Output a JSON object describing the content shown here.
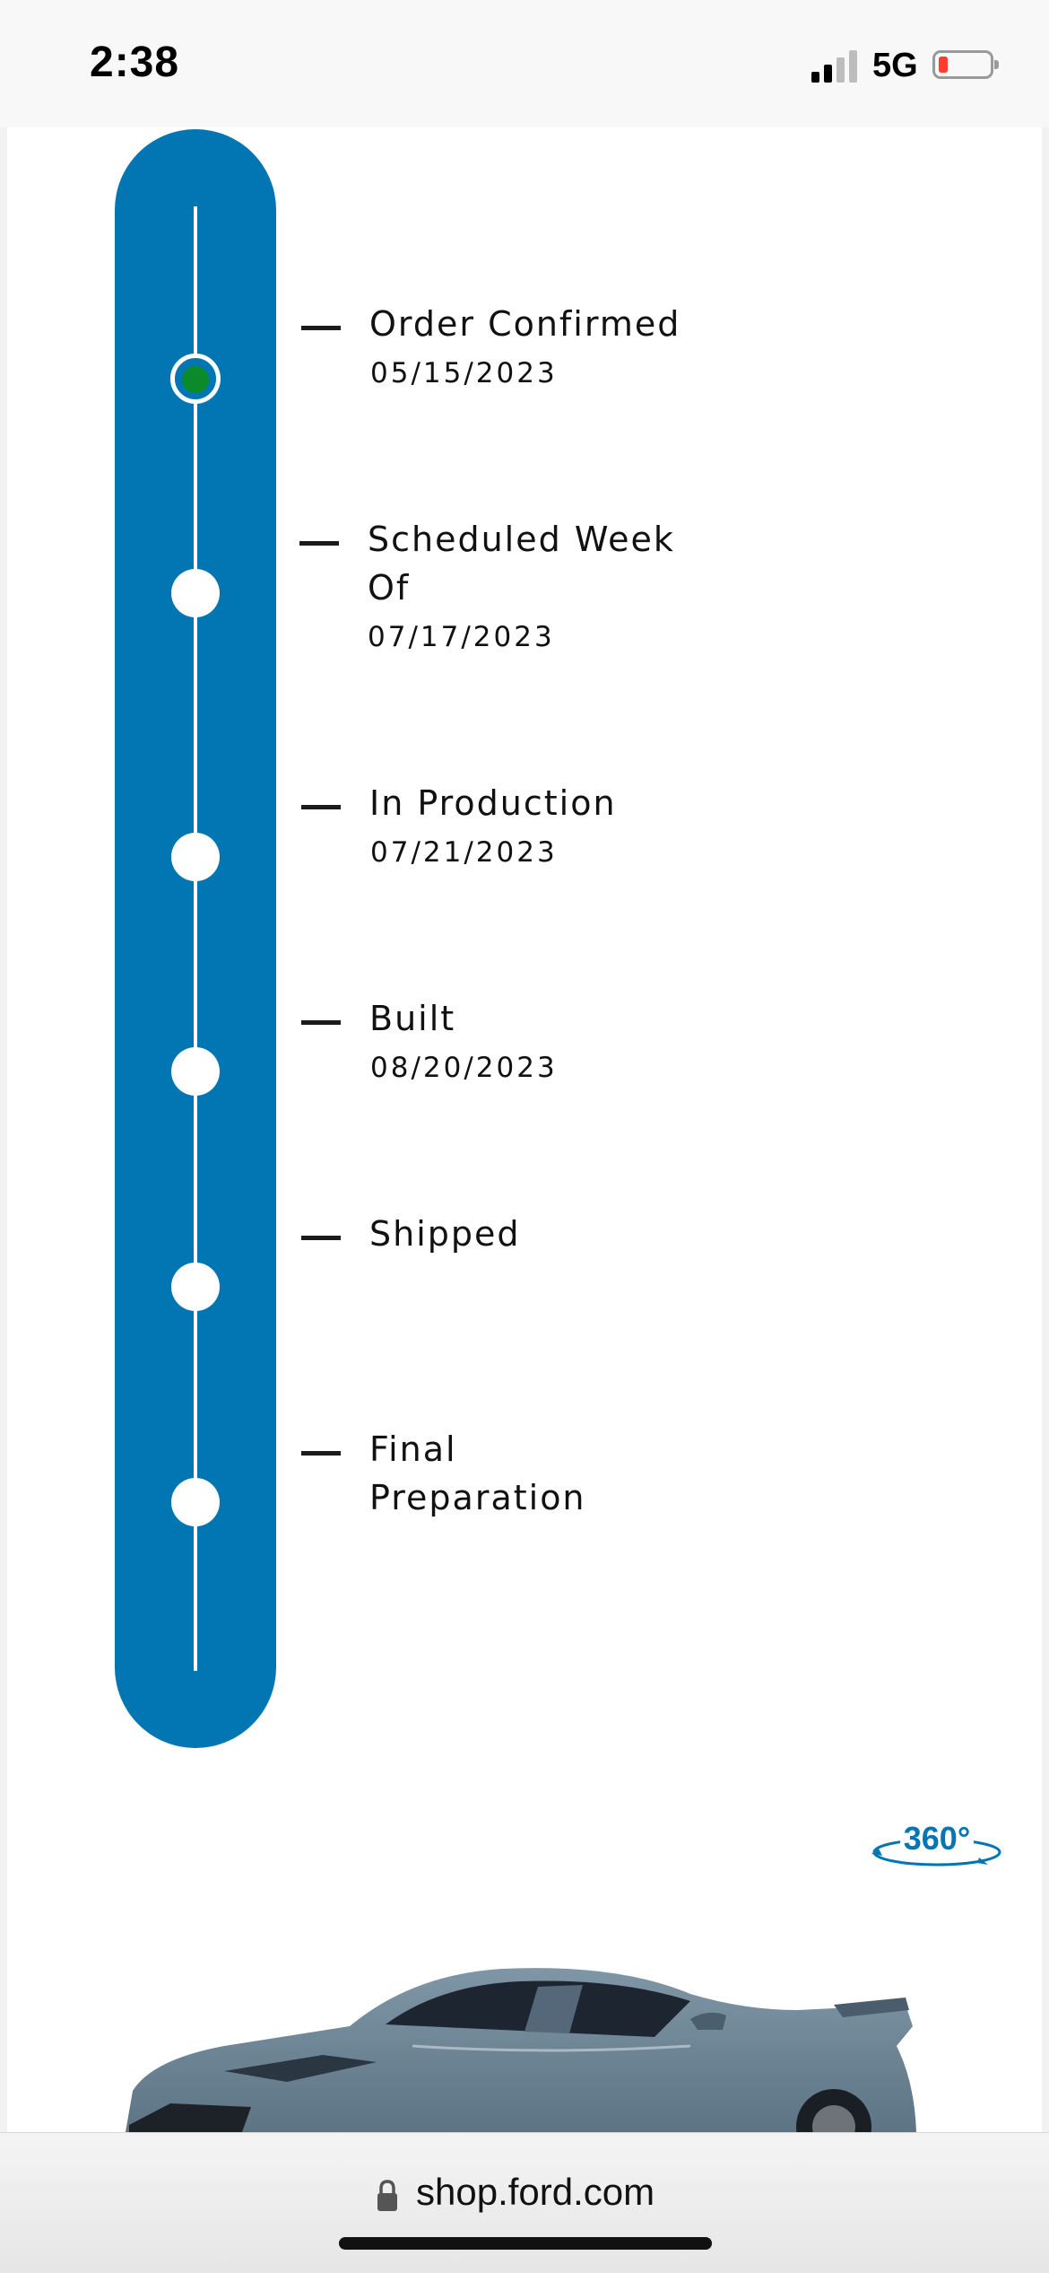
{
  "status_bar": {
    "time": "2:38",
    "network": "5G",
    "battery_level": 0.1,
    "signal_bars_active": 2
  },
  "timeline": {
    "active_color": "#0b8a2c",
    "track_color": "#0276b3",
    "steps": [
      {
        "label": "Order Confirmed",
        "date": "05/15/2023",
        "active": true
      },
      {
        "label": "Scheduled Week Of",
        "date": "07/17/2023",
        "active": false
      },
      {
        "label": "In Production",
        "date": "07/21/2023",
        "active": false
      },
      {
        "label": "Built",
        "date": "08/20/2023",
        "active": false
      },
      {
        "label": "Shipped",
        "date": "",
        "active": false
      },
      {
        "label": "Final Preparation",
        "date": "",
        "active": false
      }
    ]
  },
  "viewer": {
    "badge_label": "360°",
    "badge_icon": "rotate-360-icon",
    "vehicle_image": "vehicle-photo"
  },
  "browser": {
    "url": "shop.ford.com",
    "lock_icon": "lock-icon"
  }
}
